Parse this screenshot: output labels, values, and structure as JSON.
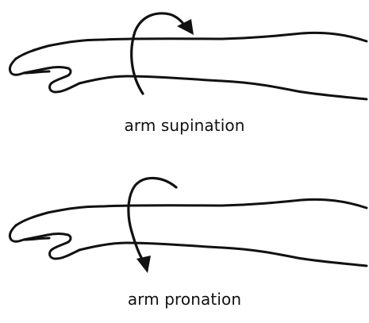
{
  "figures": [
    {
      "caption": "arm supination",
      "rotation_icon": "clockwise-rotation-arrow"
    },
    {
      "caption": "arm pronation",
      "rotation_icon": "counterclockwise-rotation-arrow"
    }
  ]
}
